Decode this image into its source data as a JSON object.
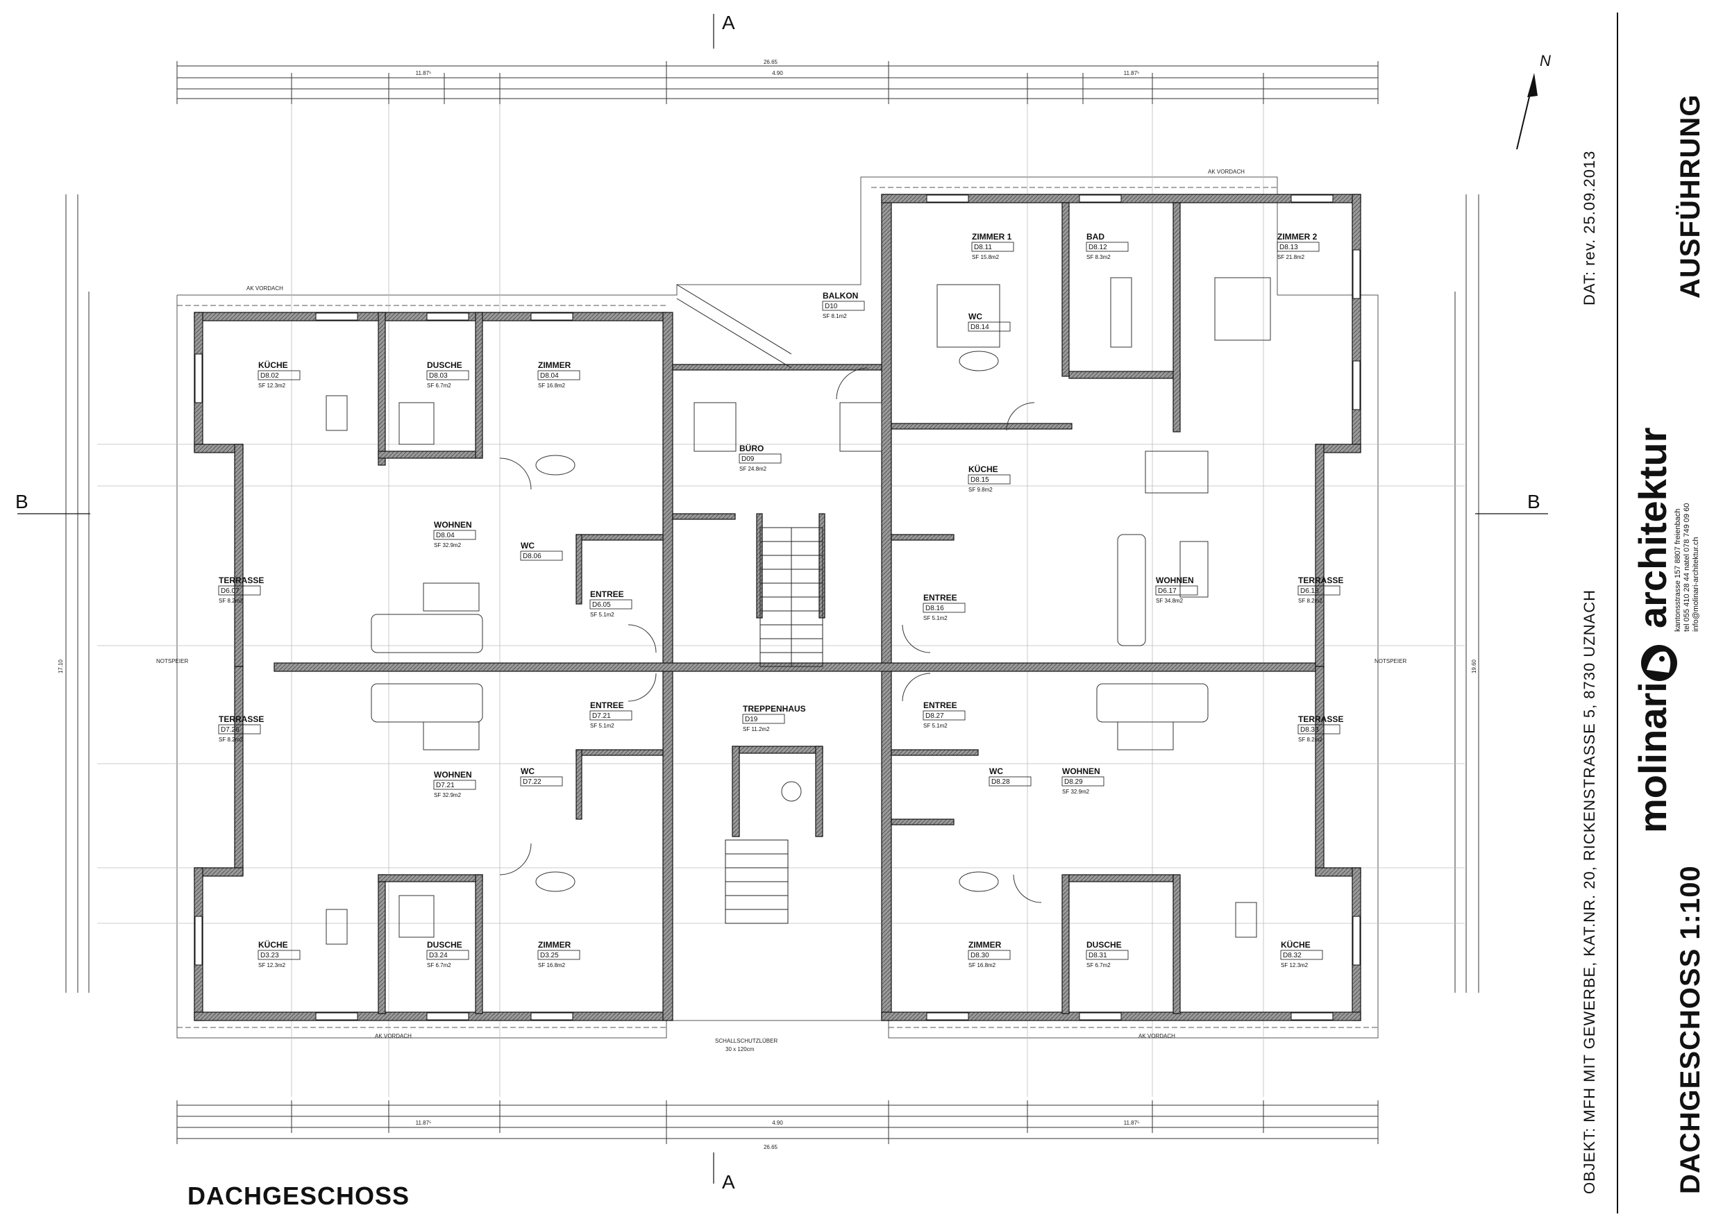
{
  "plan": {
    "title": "DACHGESCHOSS",
    "section_a": "A",
    "section_b": "B",
    "north": "N",
    "overall_dims": {
      "total": "26.65",
      "left_half": "11.87⁵",
      "middle": "4.90",
      "right_half": "11.87⁵",
      "depth": "17.10",
      "height": "19.60"
    },
    "labels": {
      "ak_vordach": "AK VORDACH",
      "notspeier": "NOTSPEIER",
      "schallschutz": "SCHALLSCHUTZLÜBER",
      "schallschutz_dim": "30 x 120cm"
    },
    "rooms": [
      {
        "name": "KÜCHE",
        "id": "D8.02",
        "area": "SF 12.3m2"
      },
      {
        "name": "DUSCHE",
        "id": "D8.03",
        "area": "SF 6.7m2"
      },
      {
        "name": "ZIMMER",
        "id": "D8.04",
        "area": "SF 16.8m2"
      },
      {
        "name": "WOHNEN",
        "id": "D8.04",
        "area": "SF 32.9m2"
      },
      {
        "name": "WC",
        "id": "D8.06",
        "area": ""
      },
      {
        "name": "TERRASSE",
        "id": "D6.07",
        "area": "SF 8.2m2"
      },
      {
        "name": "ENTREE",
        "id": "D6.05",
        "area": "SF 5.1m2"
      },
      {
        "name": "BALKON",
        "id": "D10",
        "area": "SF 8.1m2"
      },
      {
        "name": "BÜRO",
        "id": "D09",
        "area": "SF 24.8m2"
      },
      {
        "name": "ZIMMER 1",
        "id": "D8.11",
        "area": "SF 15.8m2"
      },
      {
        "name": "BAD",
        "id": "D8.12",
        "area": "SF 8.3m2"
      },
      {
        "name": "ZIMMER 2",
        "id": "D8.13",
        "area": "SF 21.8m2"
      },
      {
        "name": "WC",
        "id": "D8.14",
        "area": ""
      },
      {
        "name": "KÜCHE",
        "id": "D8.15",
        "area": "SF 9.8m2"
      },
      {
        "name": "ENTREE",
        "id": "D8.16",
        "area": "SF 5.1m2"
      },
      {
        "name": "WOHNEN",
        "id": "D6.17",
        "area": "SF 34.8m2"
      },
      {
        "name": "TERRASSE",
        "id": "D6.18",
        "area": "SF 8.2m2"
      },
      {
        "name": "TREPPENHAUS",
        "id": "D19",
        "area": "SF 11.2m2"
      },
      {
        "name": "TERRASSE",
        "id": "D7.26",
        "area": "SF 8.2m2"
      },
      {
        "name": "ENTREE",
        "id": "D7.21",
        "area": "SF 5.1m2"
      },
      {
        "name": "WOHNEN",
        "id": "D7.21",
        "area": "SF 32.9m2"
      },
      {
        "name": "WC",
        "id": "D7.22",
        "area": ""
      },
      {
        "name": "KÜCHE",
        "id": "D3.23",
        "area": "SF 12.3m2"
      },
      {
        "name": "DUSCHE",
        "id": "D3.24",
        "area": "SF 6.7m2"
      },
      {
        "name": "ZIMMER",
        "id": "D3.25",
        "area": "SF 16.8m2"
      },
      {
        "name": "ENTREE",
        "id": "D8.27",
        "area": "SF 5.1m2"
      },
      {
        "name": "WC",
        "id": "D8.28",
        "area": ""
      },
      {
        "name": "WOHNEN",
        "id": "D8.29",
        "area": "SF 32.9m2"
      },
      {
        "name": "ZIMMER",
        "id": "D8.30",
        "area": "SF 16.8m2"
      },
      {
        "name": "DUSCHE",
        "id": "D8.31",
        "area": "SF 6.7m2"
      },
      {
        "name": "KÜCHE",
        "id": "D8.32",
        "area": "SF 12.3m2"
      },
      {
        "name": "TERRASSE",
        "id": "D8.33",
        "area": "SF 8.2m2"
      }
    ]
  },
  "titleblock": {
    "date": "DAT: rev. 25.09.2013",
    "status": "AUSFÜHRUNG",
    "object": "OBJEKT: MFH MIT GEWERBE, KAT.NR. 20, RICKENSTRASSE 5, 8730 UZNACH",
    "drawing": "DACHGESCHOSS 1:100",
    "brand_a": "molinari",
    "brand_b": "architektur",
    "address": "kantonsstrasse 157 8807 freienbach",
    "phone": "tel 055 410 28 44 natel 078 749 09 60",
    "email": "info@molinari-architektur.ch"
  }
}
